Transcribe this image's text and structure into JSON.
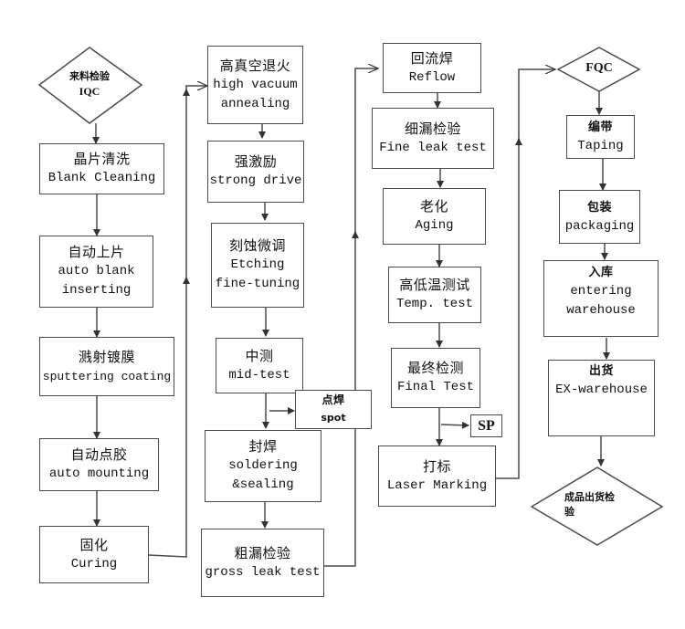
{
  "diagram": {
    "title": "Crystal resonator production process flow",
    "line_color": "#4a4a4a",
    "nodes": {
      "iqc": {
        "zh": "来料检验",
        "en": "IQC",
        "shape": "diamond"
      },
      "blank_cleaning": {
        "zh": "晶片清洗",
        "en": "Blank Cleaning"
      },
      "auto_blank_inserting": {
        "zh": "自动上片",
        "en1": "auto blank",
        "en2": "inserting"
      },
      "sputtering_coating": {
        "zh": "溅射镀膜",
        "en": "sputtering coating"
      },
      "auto_mounting": {
        "zh": "自动点胶",
        "en": "auto mounting"
      },
      "curing": {
        "zh": "固化",
        "en": "Curing"
      },
      "annealing": {
        "zh": "高真空退火",
        "en1": "high vacuum",
        "en2": "annealing"
      },
      "strong_drive": {
        "zh": "强激励",
        "en": "strong drive"
      },
      "etching": {
        "zh": "刻蚀微调",
        "en1": "Etching",
        "en2": "fine-tuning"
      },
      "mid_test": {
        "zh": "中测",
        "en": "mid-test"
      },
      "spot": {
        "zh": "点焊",
        "en": "spot"
      },
      "sealing": {
        "zh": "封焊",
        "en1": "soldering",
        "en2": "&sealing"
      },
      "gross_leak": {
        "zh": "粗漏检验",
        "en": "gross leak test"
      },
      "reflow": {
        "zh": "回流焊",
        "en": "Reflow"
      },
      "fine_leak": {
        "zh": "细漏检验",
        "en": "Fine leak test"
      },
      "aging": {
        "zh": "老化",
        "en": "Aging"
      },
      "temp_test": {
        "zh": "高低温测试",
        "en": "Temp. test"
      },
      "final_test": {
        "zh": "最终检测",
        "en": "Final Test"
      },
      "sp": {
        "label": "SP"
      },
      "laser_marking": {
        "zh": "打标",
        "en": "Laser Marking"
      },
      "fqc": {
        "en": "FQC",
        "shape": "diamond"
      },
      "taping": {
        "zh": "编带",
        "en": "Taping"
      },
      "packaging": {
        "zh": "包装",
        "en": "packaging"
      },
      "entering_warehouse": {
        "zh": "入库",
        "en1": "entering",
        "en2": "warehouse"
      },
      "ex_warehouse": {
        "zh": "出货",
        "en": "EX-warehouse"
      },
      "outgoing_inspection": {
        "zh1": "成品出货检",
        "zh2": "验",
        "shape": "diamond"
      }
    },
    "edges": [
      [
        "iqc",
        "blank_cleaning"
      ],
      [
        "blank_cleaning",
        "auto_blank_inserting"
      ],
      [
        "auto_blank_inserting",
        "sputtering_coating"
      ],
      [
        "sputtering_coating",
        "auto_mounting"
      ],
      [
        "auto_mounting",
        "curing"
      ],
      [
        "curing",
        "annealing"
      ],
      [
        "annealing",
        "strong_drive"
      ],
      [
        "strong_drive",
        "etching"
      ],
      [
        "etching",
        "mid_test"
      ],
      [
        "mid_test",
        "spot"
      ],
      [
        "mid_test",
        "sealing"
      ],
      [
        "sealing",
        "gross_leak"
      ],
      [
        "gross_leak",
        "reflow"
      ],
      [
        "reflow",
        "fine_leak"
      ],
      [
        "fine_leak",
        "aging"
      ],
      [
        "aging",
        "temp_test"
      ],
      [
        "temp_test",
        "final_test"
      ],
      [
        "final_test",
        "sp"
      ],
      [
        "final_test",
        "laser_marking"
      ],
      [
        "laser_marking",
        "fqc"
      ],
      [
        "fqc",
        "taping"
      ],
      [
        "taping",
        "packaging"
      ],
      [
        "packaging",
        "entering_warehouse"
      ],
      [
        "entering_warehouse",
        "ex_warehouse"
      ],
      [
        "ex_warehouse",
        "outgoing_inspection"
      ]
    ]
  }
}
